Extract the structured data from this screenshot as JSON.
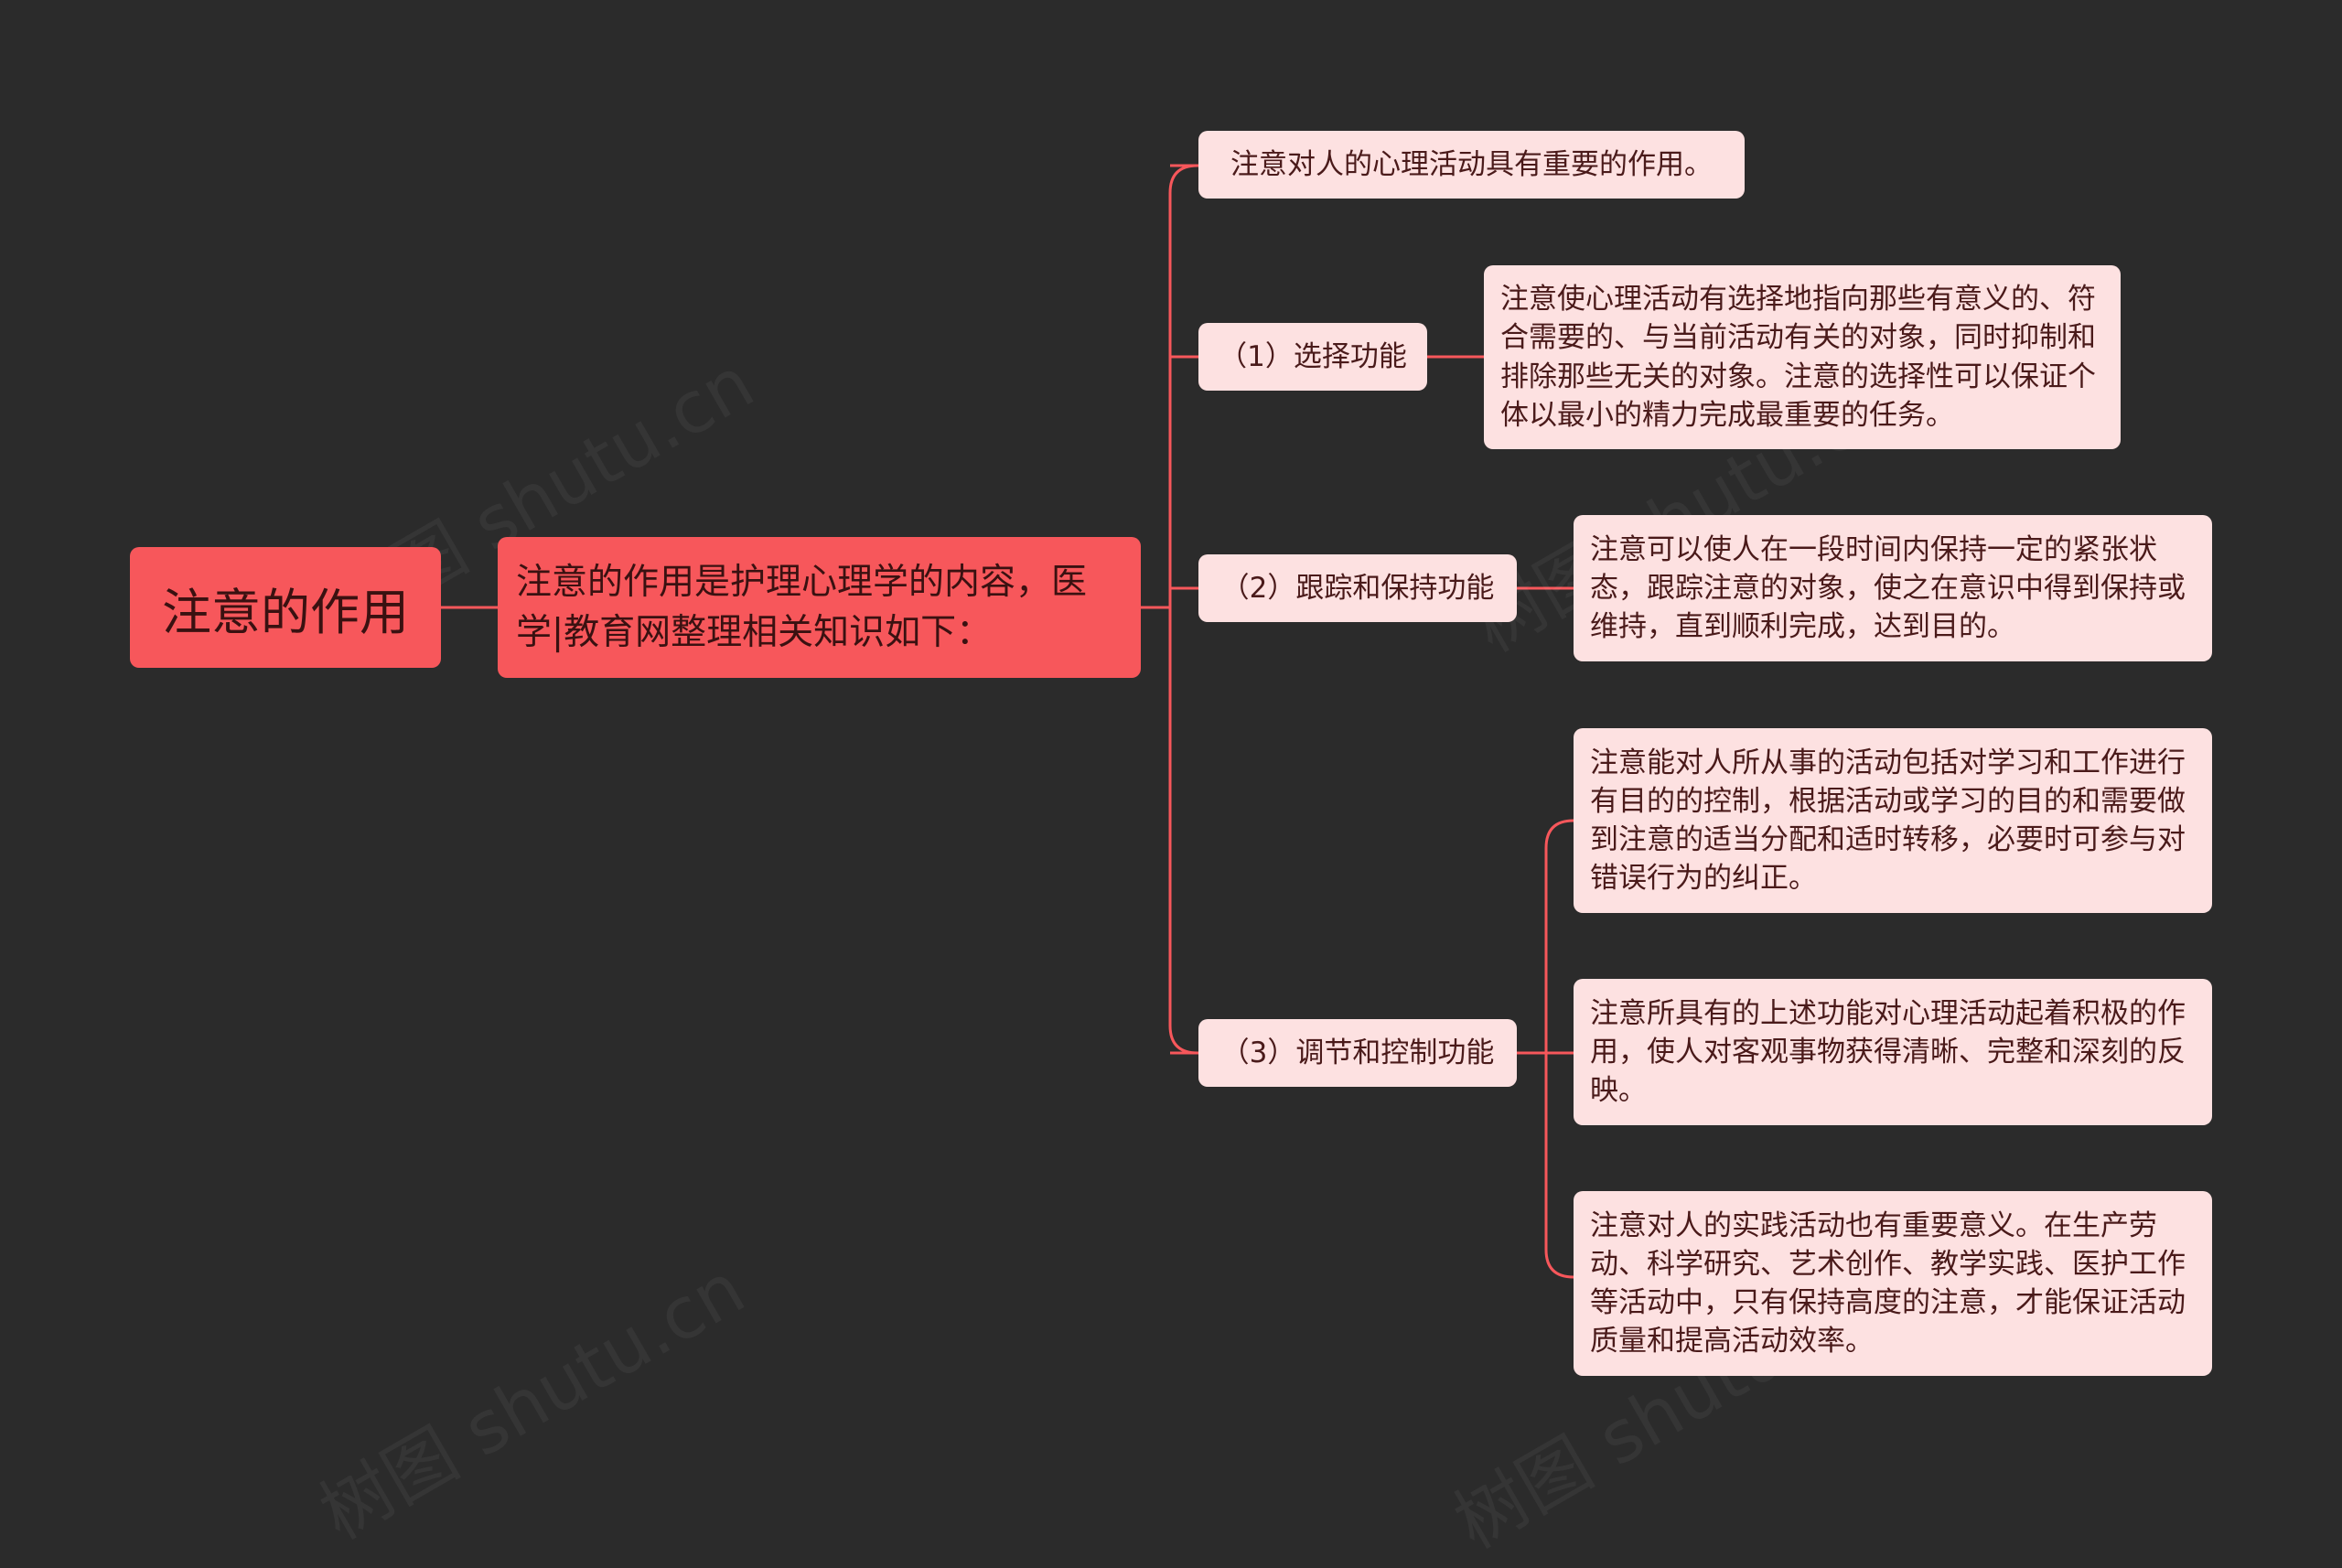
{
  "root": {
    "title": "注意的作用"
  },
  "intro": {
    "text": "注意的作用是护理心理学的内容，医学|教育网整理相关知识如下："
  },
  "branches": [
    {
      "label": "注意对人的心理活动具有重要的作用。"
    },
    {
      "label": "（1）选择功能",
      "details": [
        "注意使心理活动有选择地指向那些有意义的、符合需要的、与当前活动有关的对象，同时抑制和排除那些无关的对象。注意的选择性可以保证个体以最小的精力完成最重要的任务。"
      ]
    },
    {
      "label": "（2）跟踪和保持功能",
      "details": [
        "注意可以使人在一段时间内保持一定的紧张状态，跟踪注意的对象，使之在意识中得到保持或维持，直到顺利完成，达到目的。"
      ]
    },
    {
      "label": "（3）调节和控制功能",
      "details": [
        "注意能对人所从事的活动包括对学习和工作进行有目的的控制，根据活动或学习的目的和需要做到注意的适当分配和适时转移，必要时可参与对错误行为的纠正。",
        "注意所具有的上述功能对心理活动起着积极的作用，使人对客观事物获得清晰、完整和深刻的反映。",
        "注意对人的实践活动也有重要意义。在生产劳动、科学研究、艺术创作、教学实践、医护工作等活动中，只有保持高度的注意，才能保证活动质量和提高活动效率。"
      ]
    }
  ],
  "colors": {
    "background": "#2b2b2b",
    "accent": "#f7575b",
    "leaf": "#fde1e1",
    "line": "#f7575b"
  },
  "watermark": "树图 shutu.cn"
}
